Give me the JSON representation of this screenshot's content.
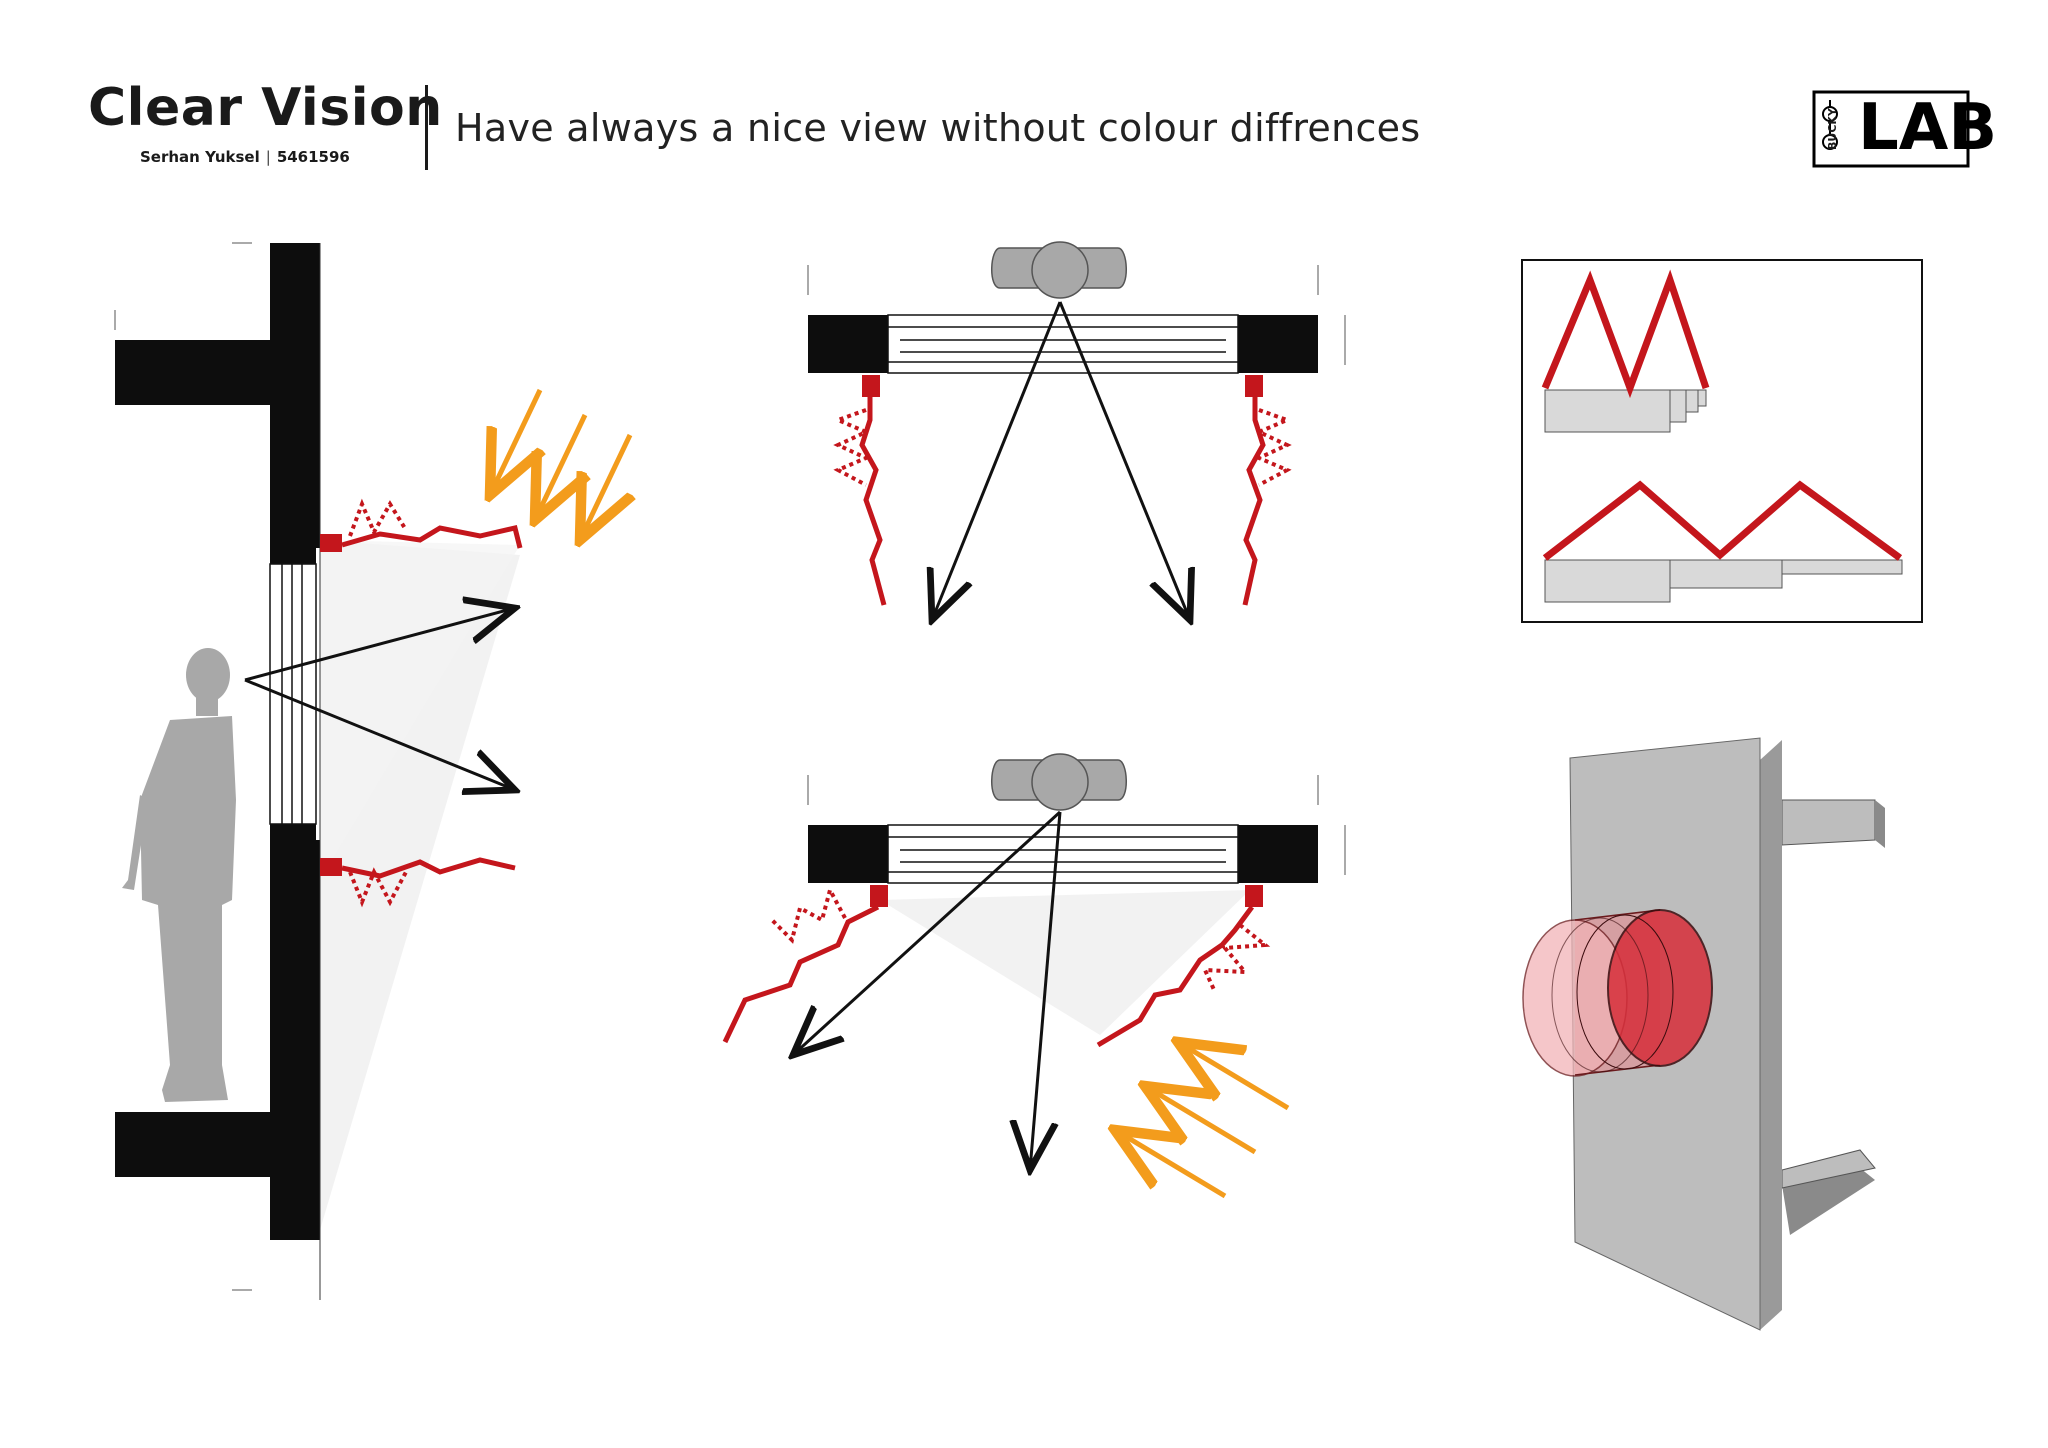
{
  "header": {
    "title": "Clear Vision",
    "author_name": "Serhan Yuksel",
    "author_separator": "|",
    "author_id": "5461596",
    "subtitle": "Have always a nice view without colour diffrences"
  },
  "logo": {
    "text": "LAB",
    "subtext": "BUCKY",
    "icon": "glasses-icon"
  },
  "colors": {
    "wall": "#0d0d0d",
    "shade_red": "#c4161c",
    "sun_orange": "#f39c1c",
    "person_gray": "#a8a8a8",
    "light_gray": "#d9d9d9",
    "panel_gray": "#bdbdbd"
  },
  "diagrams": [
    {
      "name": "section-view",
      "elements": [
        "wall",
        "window",
        "person",
        "shading-fins",
        "sun-rays",
        "view-arrows"
      ]
    },
    {
      "name": "plan-view-open",
      "elements": [
        "wall",
        "window",
        "head",
        "shading-fins",
        "view-arrows"
      ]
    },
    {
      "name": "plan-view-angled",
      "elements": [
        "wall",
        "window",
        "head",
        "shading-fins",
        "sun-rays",
        "view-arrows"
      ]
    },
    {
      "name": "folding-detail",
      "elements": [
        "zigzag-folded",
        "zigzag-extended"
      ]
    },
    {
      "name": "3d-window-tube",
      "elements": [
        "wall-panel",
        "red-tube"
      ]
    }
  ]
}
